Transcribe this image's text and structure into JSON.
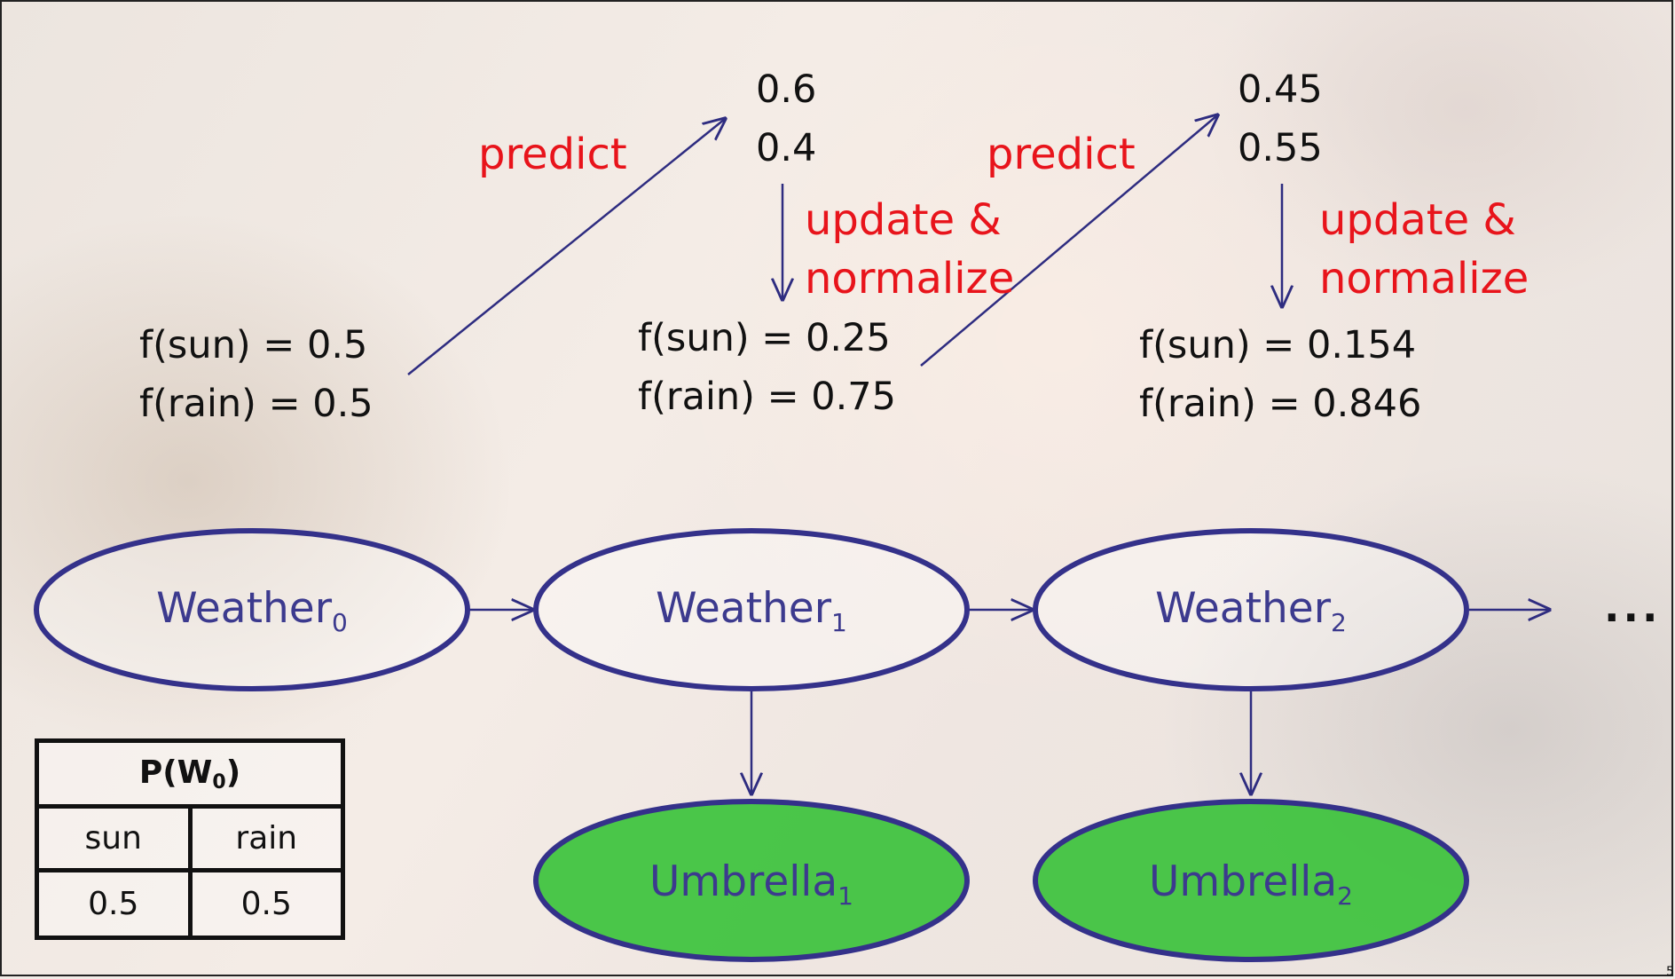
{
  "step0": {
    "sun": "f(sun) = 0.5",
    "rain": "f(rain)  = 0.5"
  },
  "step1": {
    "predict_label": "predict",
    "pred_sun": "0.6",
    "pred_rain": "0.4",
    "update_label_1": "update &",
    "update_label_2": "normalize",
    "sun": "f(sun) = 0.25",
    "rain": "f(rain) = 0.75"
  },
  "step2": {
    "predict_label": "predict",
    "pred_sun": "0.45",
    "pred_rain": "0.55",
    "update_label_1": "update &",
    "update_label_2": "normalize",
    "sun": "f(sun) = 0.154",
    "rain": "f(rain) = 0.846"
  },
  "nodes": {
    "weather0": {
      "base": "Weather",
      "sub": "0"
    },
    "weather1": {
      "base": "Weather",
      "sub": "1"
    },
    "weather2": {
      "base": "Weather",
      "sub": "2"
    },
    "umbrella1": {
      "base": "Umbrella",
      "sub": "1"
    },
    "umbrella2": {
      "base": "Umbrella",
      "sub": "2"
    },
    "ellipsis": "..."
  },
  "prior_table": {
    "title_base": "P(W",
    "title_sub": "0",
    "title_close": ")",
    "headers": [
      "sun",
      "rain"
    ],
    "values": [
      "0.5",
      "0.5"
    ]
  },
  "page_number": "5",
  "colors": {
    "node_stroke": "#34318a",
    "node_text": "#3c3a8e",
    "observed_fill": "#3cc23c",
    "label_red": "#e8141b",
    "arrow": "#2e2c80"
  }
}
